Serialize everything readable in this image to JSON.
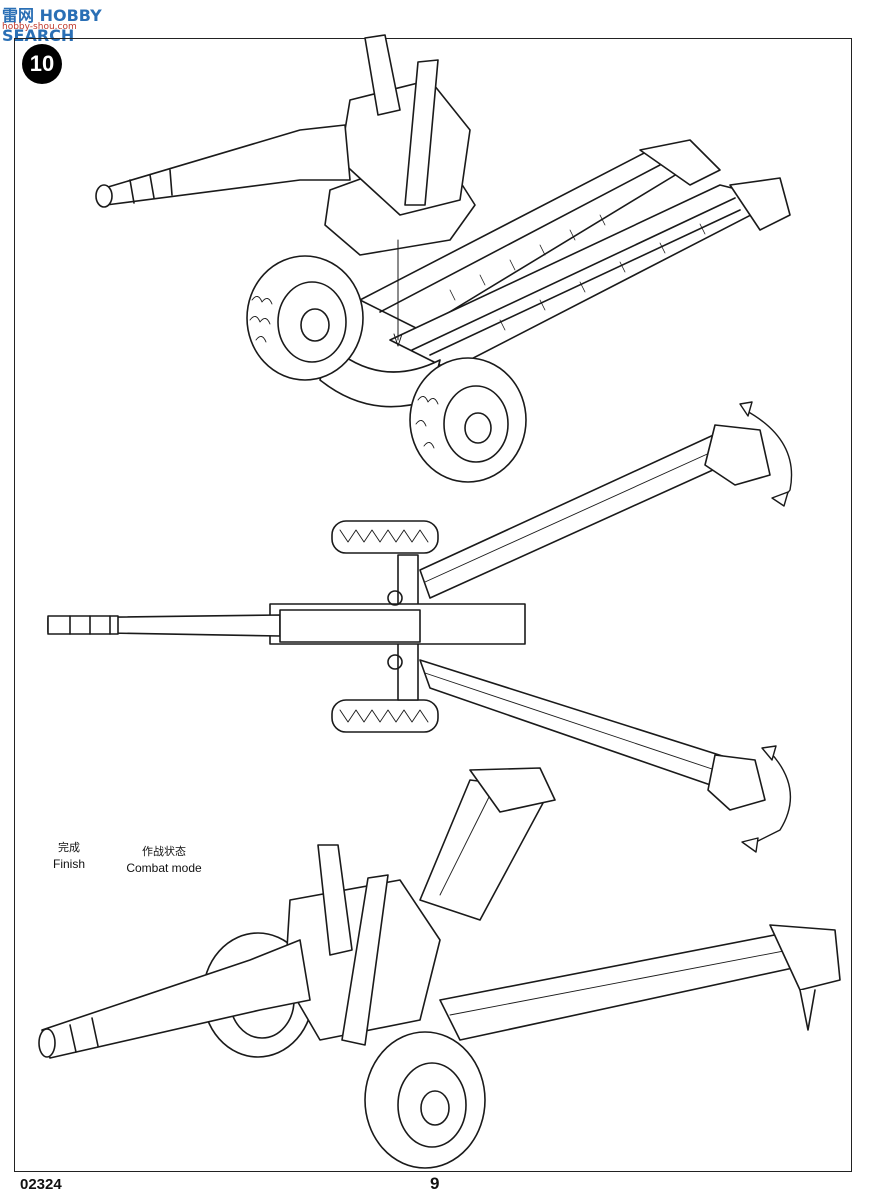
{
  "watermark": {
    "main": "雷网 HOBBY SEARCH",
    "sub": "hobby-shou.com"
  },
  "step": {
    "number": "10"
  },
  "captions": {
    "finish_cn": "完成",
    "finish_en": "Finish",
    "combat_cn": "作战状态",
    "combat_en": "Combat mode"
  },
  "footer": {
    "product_code": "02324",
    "page_number": "9"
  },
  "icons": {
    "rotate_arrow": "curved-double-arrow-icon"
  }
}
